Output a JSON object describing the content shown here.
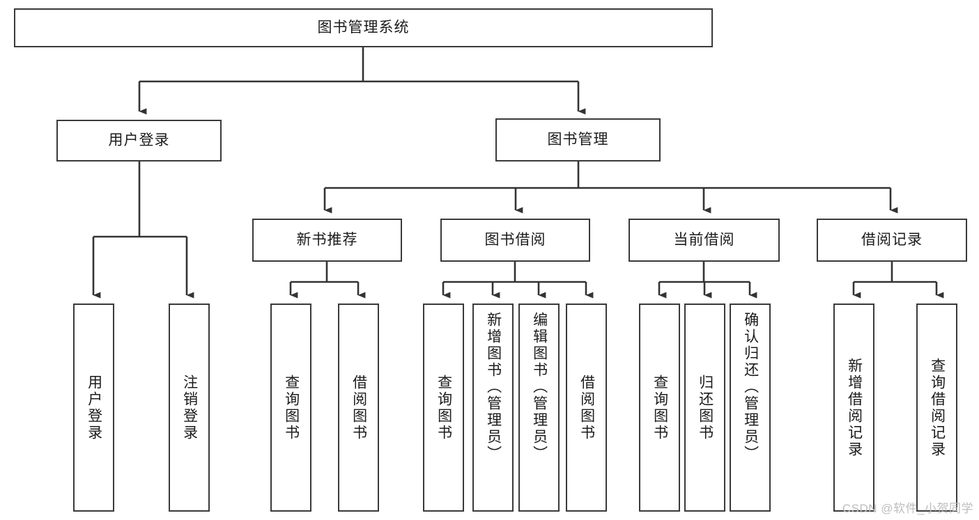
{
  "diagram": {
    "type": "tree-hierarchy",
    "title": "图书管理系统",
    "orientation": "top-down",
    "colors": {
      "box_border": "#3a3a3a",
      "box_fill": "#ffffff",
      "connector": "#333333",
      "text": "#1b1b1b",
      "watermark": "#bdbdbd"
    },
    "root": {
      "label": "图书管理系统",
      "orientation": "horizontal"
    },
    "level1": [
      {
        "label": "用户登录",
        "orientation": "horizontal"
      },
      {
        "label": "图书管理",
        "orientation": "horizontal"
      }
    ],
    "level2": [
      {
        "label": "新书推荐",
        "orientation": "horizontal",
        "parent": "图书管理"
      },
      {
        "label": "图书借阅",
        "orientation": "horizontal",
        "parent": "图书管理"
      },
      {
        "label": "当前借阅",
        "orientation": "horizontal",
        "parent": "图书管理"
      },
      {
        "label": "借阅记录",
        "orientation": "horizontal",
        "parent": "图书管理"
      }
    ],
    "leaves": {
      "user_login": [
        {
          "label": "用户登录",
          "orientation": "vertical"
        },
        {
          "label": "注销登录",
          "orientation": "vertical"
        }
      ],
      "new_book_recommend": [
        {
          "label": "查询图书",
          "orientation": "vertical"
        },
        {
          "label": "借阅图书",
          "orientation": "vertical"
        }
      ],
      "book_borrow": [
        {
          "label": "查询图书",
          "orientation": "vertical"
        },
        {
          "label": "新增图书（管理员）",
          "orientation": "vertical"
        },
        {
          "label": "编辑图书（管理员）",
          "orientation": "vertical"
        },
        {
          "label": "借阅图书",
          "orientation": "vertical"
        }
      ],
      "current_borrow": [
        {
          "label": "查询图书",
          "orientation": "vertical"
        },
        {
          "label": "归还图书",
          "orientation": "vertical"
        },
        {
          "label": "确认归还（管理员）",
          "orientation": "vertical"
        }
      ],
      "borrow_record": [
        {
          "label": "新增借阅记录",
          "orientation": "vertical"
        },
        {
          "label": "查询借阅记录",
          "orientation": "vertical"
        }
      ]
    }
  },
  "watermark": {
    "text": "CSDN @软件_小贺同学"
  }
}
